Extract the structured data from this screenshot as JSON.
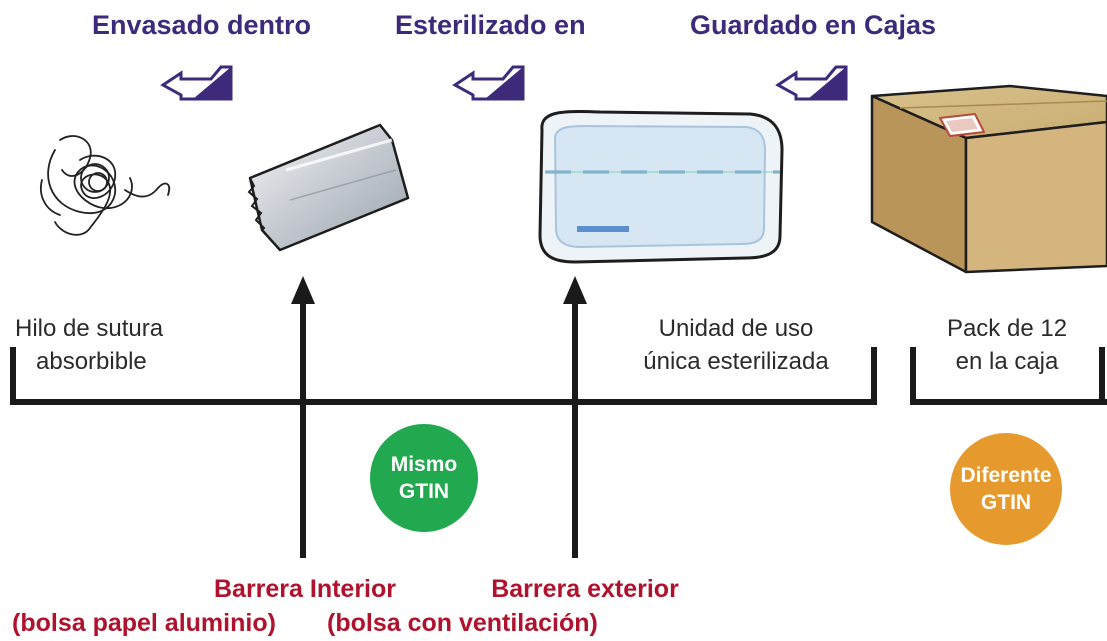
{
  "steps": {
    "packaged": "Envasado dentro",
    "sterilized": "Esterilizado en",
    "boxed": "Guardado en Cajas"
  },
  "captions": {
    "suture_line1": "Hilo de sutura",
    "suture_line2": "absorbible",
    "unit_line1": "Unidad de uso",
    "unit_line2": "única esterilizada",
    "pack_line1": "Pack de 12",
    "pack_line2": "en la caja"
  },
  "badges": {
    "same_line1": "Mismo",
    "same_line2": "GTIN",
    "different_line1": "Diferente",
    "different_line2": "GTIN"
  },
  "barriers": {
    "inner_line1": "Barrera Interior",
    "inner_line2": "(bolsa papel aluminio)",
    "outer_line1": "Barrera exterior",
    "outer_line2": "(bolsa con ventilación)"
  },
  "colors": {
    "title_purple": "#3d2a7a",
    "barrier_red": "#b0122d",
    "same_green": "#22a84f",
    "different_orange": "#e69a2e",
    "line_dark": "#1a1a1a"
  },
  "icons": {
    "step_arrow": "diagonal-arrow-icon",
    "suture": "suture-thread-icon",
    "foil": "foil-pouch-icon",
    "vented": "vented-pouch-icon",
    "box": "cardboard-box-icon"
  }
}
